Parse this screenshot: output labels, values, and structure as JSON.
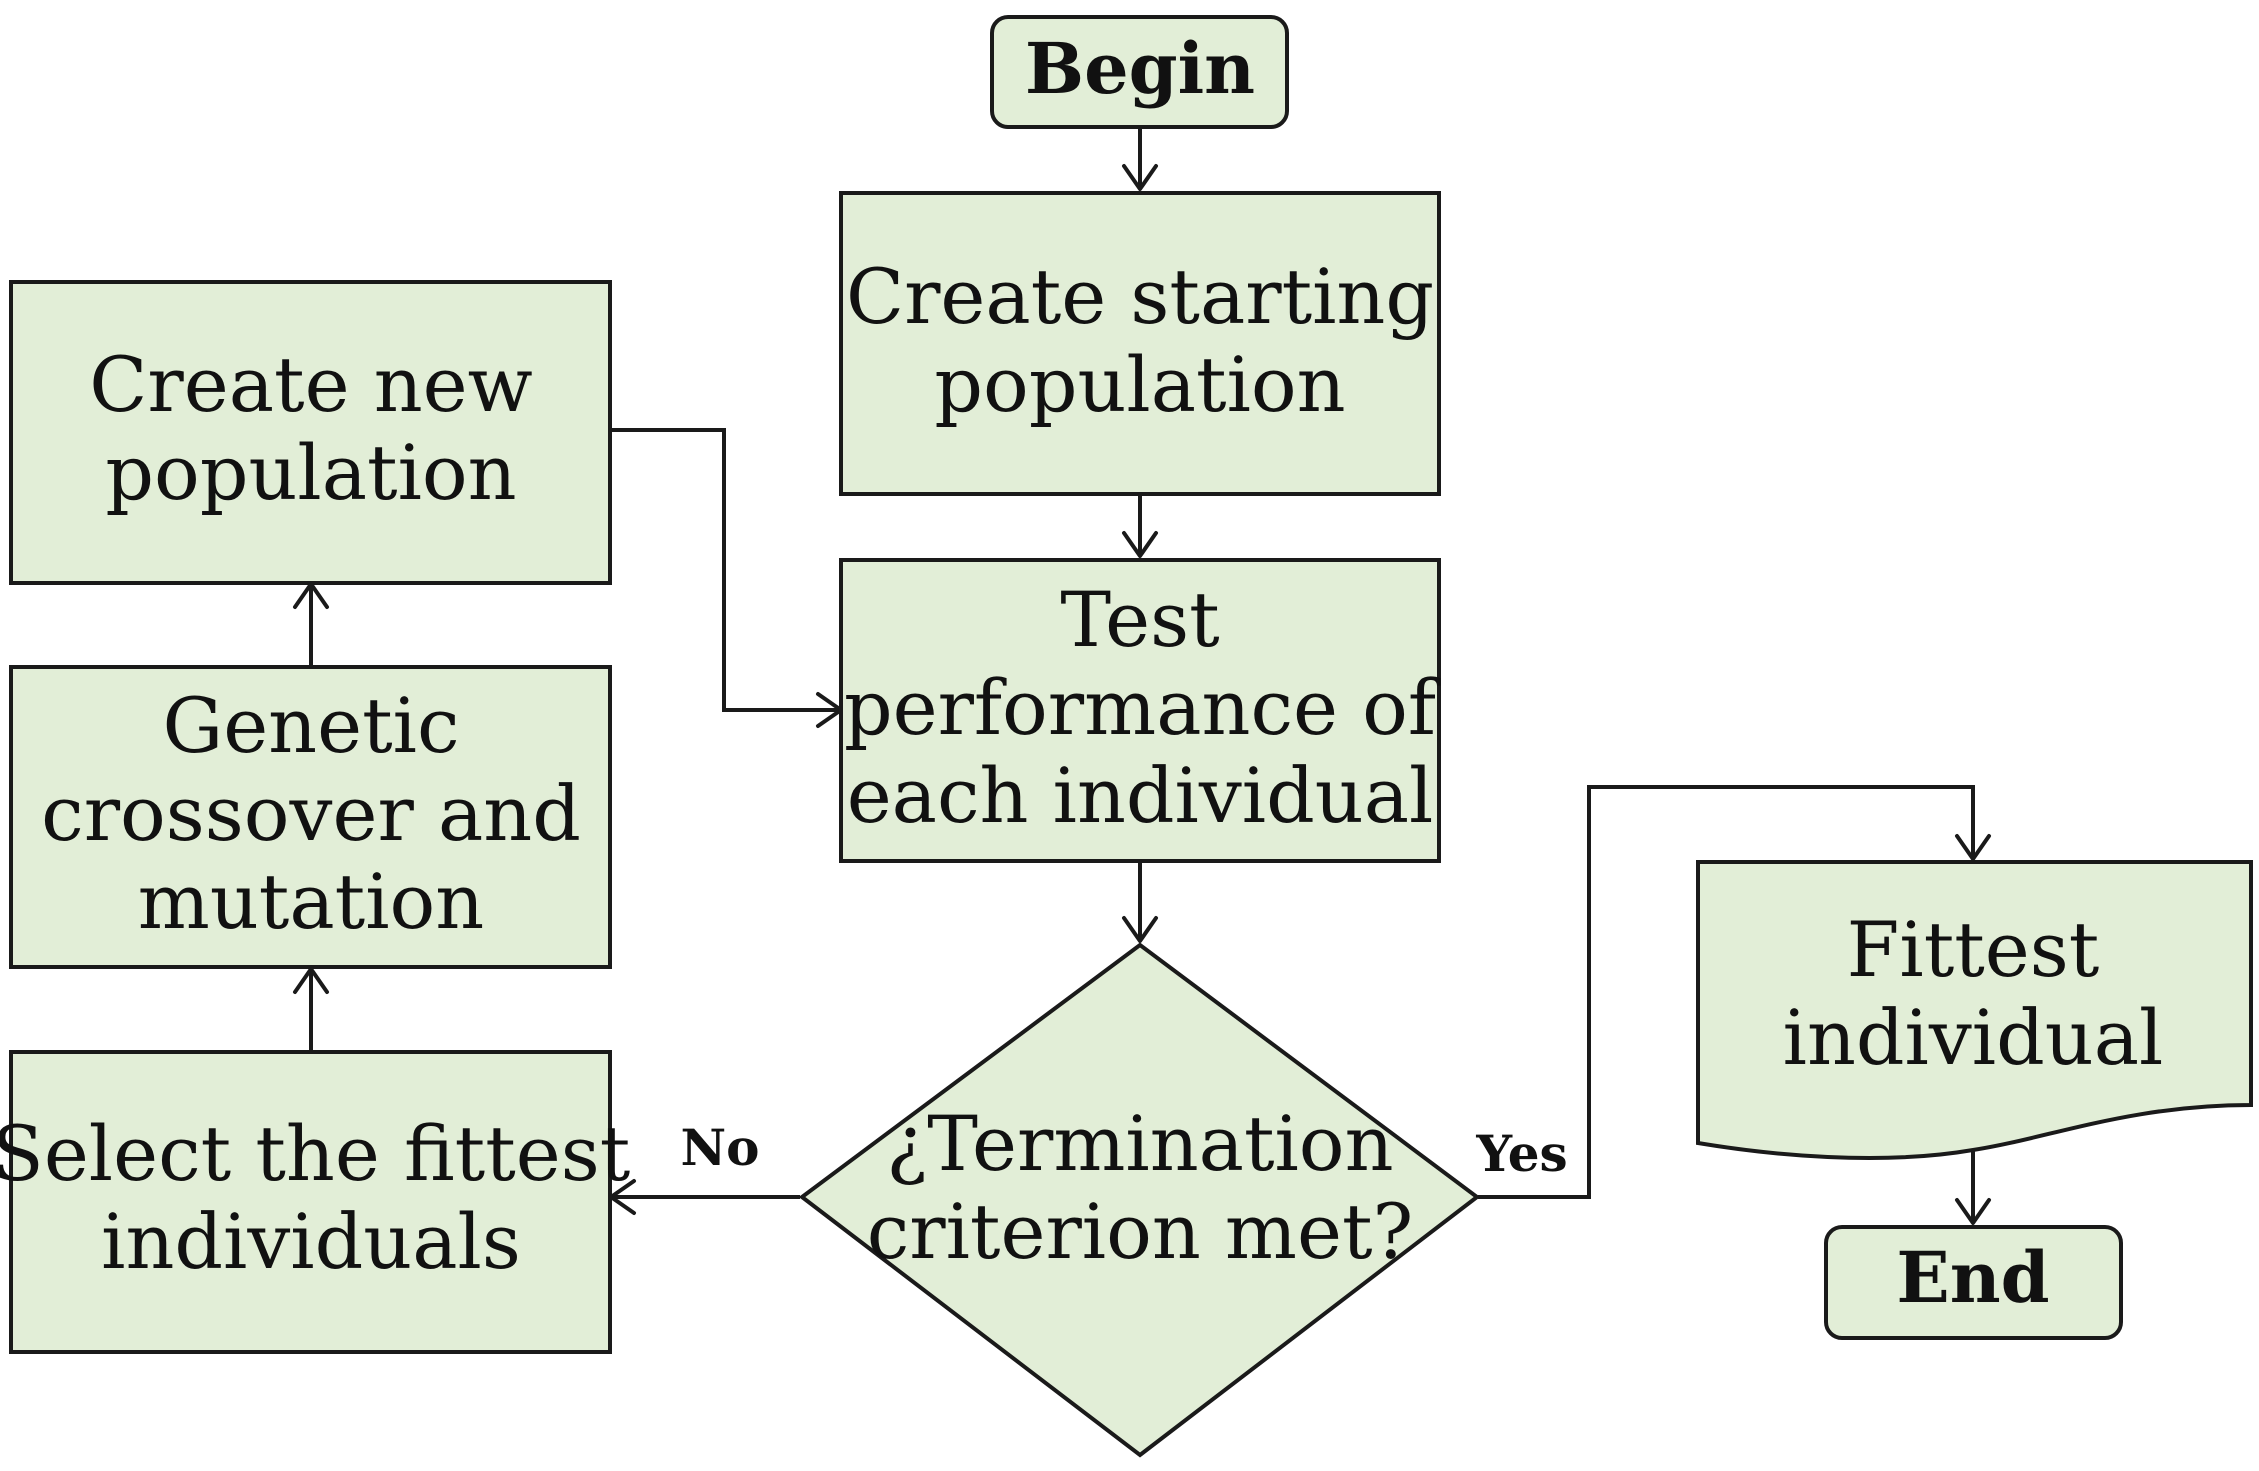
{
  "nodes": {
    "begin": {
      "label": "Begin"
    },
    "create_starting": {
      "line1": "Create starting",
      "line2": "population"
    },
    "test_performance": {
      "line1": "Test",
      "line2": "performance of",
      "line3": "each individual"
    },
    "termination": {
      "line1": "¿Termination",
      "line2": "criterion met?"
    },
    "select_fittest": {
      "line1": "Select the fittest",
      "line2": "individuals"
    },
    "genetic": {
      "line1": "Genetic",
      "line2": "crossover and",
      "line3": "mutation"
    },
    "create_new": {
      "line1": "Create new",
      "line2": "population"
    },
    "fittest_individual": {
      "line1": "Fittest",
      "line2": "individual"
    },
    "end": {
      "label": "End"
    }
  },
  "edges": {
    "no_label": "No",
    "yes_label": "Yes"
  },
  "colors": {
    "node_fill": "#e2eed7",
    "stroke": "#1a1a1a"
  }
}
